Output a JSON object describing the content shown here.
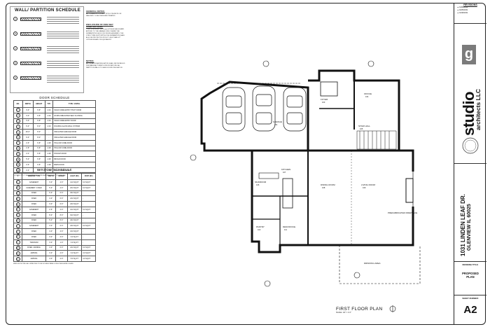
{
  "wall_schedule": {
    "title": "WALL/ PARTITION SCHEDULE",
    "tags": [
      "A",
      "B",
      "C",
      "D",
      "E"
    ]
  },
  "general_notes": {
    "title": "GENERAL NOTES:",
    "text": "ALL LUMBER IN CONTACT WITH CONCRETE OR MASONRY TO BE PRESSURE TREATED."
  },
  "fire_notes": {
    "title": "ENCLOSURE OF FIRE WAY PENETRATIONS:",
    "text": "TYPE 'X' WITH 5/8\" (15.9 mm) GYPSUM WALLBOARD APPLIED TO THE GARAGE SIDE. WHERE THE SEPARATION IS A FLOOR-CEILING ASSEMBLY, THE STRUCTURE SUPPORTING THE SEPARATION SHALL ALSO BE PROTECTED BY NOT LESS THAN 1/2\" GYPSUM BOARD OR EQUIVALENT."
  },
  "notes": {
    "title": "NOTES:",
    "text": "ALL SPRAY-FOAM INSULATION SHALL BE INSTALLED PER MANUFACTURER'S SPECIFICATIONS. ALL PARTITION WALLS TO HAVE SOUND INSULATION."
  },
  "door_schedule": {
    "title": "DOOR SCHEDULE",
    "columns": [
      "NO.",
      "WIDTH",
      "HEIGHT",
      "TYP.",
      "TYPE / LINTEL"
    ],
    "rows": [
      [
        "1",
        "3'-0\"",
        "6'-8\"",
        "1.3/4",
        "SOLID CORE ENTRY PIVOT DOOR"
      ],
      [
        "2",
        "3'-0\"",
        "6'-8\"",
        "1.3/4",
        "20 MIN FIRE RATED SELF CLOSING"
      ],
      [
        "3",
        "3'-0\"",
        "6'-8\"",
        "1.3/4",
        "SOLID CORE ENTRY DOOR"
      ],
      [
        "4",
        "6'-0\"",
        "8'-0\"",
        "1.3/4",
        "FOLDING GLASS WALL SYSTEM"
      ],
      [
        "5",
        "16'-0\"",
        "8'-0\"",
        "-",
        "INSULATED GARAGE DOOR"
      ],
      [
        "6",
        "9'-0\"",
        "8'-0\"",
        "-",
        "INSULATED GARAGE DOOR"
      ],
      [
        "7",
        "2'-6\"",
        "6'-8\"",
        "1.3/8",
        "HOLLOW CORE DOOR"
      ],
      [
        "8",
        "2'-8\"",
        "6'-8\"",
        "1.3/8",
        "HOLLOW CORE DOOR"
      ],
      [
        "9",
        "2'-4\"",
        "6'-8\"",
        "1.3/8",
        "POCKET DOOR"
      ],
      [
        "10",
        "5'-0\"",
        "6'-8\"",
        "1.3/8",
        "BIFOLD DOOR"
      ],
      [
        "11",
        "2'-6\"",
        "6'-8\"",
        "1.3/8",
        "BARN DOOR"
      ],
      [
        "12",
        "2'-4\"",
        "6'-8\"",
        "1.3/8",
        "SOLID CORE DOOR"
      ]
    ],
    "note": "DOOR NOTES: 1. ALL EXTERIOR DOOR HEADERS TO BE (2) 2x10 U.N.O."
  },
  "window_schedule": {
    "title": "WINDOW SCHEDULE",
    "columns": [
      "#",
      "WINDOW TYPE",
      "WIDTH",
      "HEIGHT",
      "LIGHT (SF)",
      "VENT (SF)"
    ],
    "rows": [
      [
        "A",
        "CASEMENT",
        "3'-0\"",
        "4'-0\"",
        "12.0 SQ.FT",
        "6.0 SQ.FT"
      ],
      [
        "B",
        "CASEMENT / FIXED",
        "5'-0\"",
        "4'-0\"",
        "20.0 SQ.FT",
        "6.0 SQ.FT"
      ],
      [
        "C",
        "FIXED",
        "6'-0\"",
        "6'-0\"",
        "36.0 SQ.FT",
        "-"
      ],
      [
        "D",
        "FIXED",
        "4'-0\"",
        "6'-0\"",
        "24.0 SQ.FT",
        "-"
      ],
      [
        "E",
        "FIXED",
        "3'-0\"",
        "6'-0\"",
        "18.0 SQ.FT",
        "-"
      ],
      [
        "F",
        "CASEMENT",
        "2'-6\"",
        "4'-0\"",
        "10.0 SQ.FT",
        "5.0 SQ.FT"
      ],
      [
        "G",
        "FIXED",
        "8'-0\"",
        "8'-0\"",
        "64.0 SQ.FT",
        "-"
      ],
      [
        "H",
        "FIXED",
        "5'-0\"",
        "8'-0\"",
        "40.0 SQ.FT",
        "-"
      ],
      [
        "I",
        "CASEMENT",
        "3'-0\"",
        "6'-0\"",
        "18.0 SQ.FT",
        "9.0 SQ.FT"
      ],
      [
        "J",
        "FIXED",
        "4'-0\"",
        "4'-0\"",
        "16.0 SQ.FT",
        "-"
      ],
      [
        "K",
        "FIXED",
        "3'-0\"",
        "3'-0\"",
        "9.0 SQ.FT",
        "-"
      ],
      [
        "L",
        "TRANSOM",
        "3'-0\"",
        "1'-0\"",
        "3.0 SQ.FT",
        "-"
      ],
      [
        "M",
        "FIXED / AWNING",
        "4'-0\"",
        "6'-0\"",
        "24.0 SQ.FT",
        "6.0 SQ.FT"
      ],
      [
        "N",
        "AWNING",
        "3'-0\"",
        "2'-0\"",
        "6.0 SQ.FT",
        "3.0 SQ.FT"
      ],
      [
        "O",
        "AWNING",
        "4'-0\"",
        "2'-0\"",
        "8.0 SQ.FT",
        "4.0 SQ.FT"
      ]
    ],
    "note": "WINDOW NOTES: ALL WINDOWS TO BE DOUBLE PANE LOW-E INSULATED GLASS"
  },
  "plan": {
    "title": "FIRST FLOOR PLAN",
    "scale": "SCALE: 1/4\" = 1'-0\"",
    "rooms": [
      {
        "label": "GARAGE",
        "id": "101"
      },
      {
        "label": "FOYER",
        "id": "103"
      },
      {
        "label": "OFFICE",
        "id": "104"
      },
      {
        "label": "STAIR HALL",
        "id": "105"
      },
      {
        "label": "MUDROOM",
        "id": "106"
      },
      {
        "label": "KITCHEN",
        "id": "107"
      },
      {
        "label": "DINING ROOM",
        "id": "108"
      },
      {
        "label": "LIVING ROOM",
        "id": "109"
      },
      {
        "label": "PANTRY",
        "id": "110"
      },
      {
        "label": "DEN/OFFICE",
        "id": "111"
      }
    ],
    "annotations": [
      "DRINKING AREA",
      "PREFABRICATED FIREPLACE"
    ]
  },
  "title_block": {
    "revisions_title": "REVISIONS",
    "revisions": [
      "01/09/2019",
      "02/25/2019",
      "04/18/2019"
    ],
    "firm_name": "studio",
    "firm_sub": "architects LLC",
    "logo_letter": "g",
    "project_address_1": "1031 LINDEN LEAF DR.",
    "project_address_2": "GLENVIEW IL 60025",
    "drawing_title_label": "DRAWING TITLE:",
    "drawing_title": "PROPOSED PLAN",
    "sheet_number_label": "SHEET NUMBER:",
    "sheet_number": "A2"
  }
}
